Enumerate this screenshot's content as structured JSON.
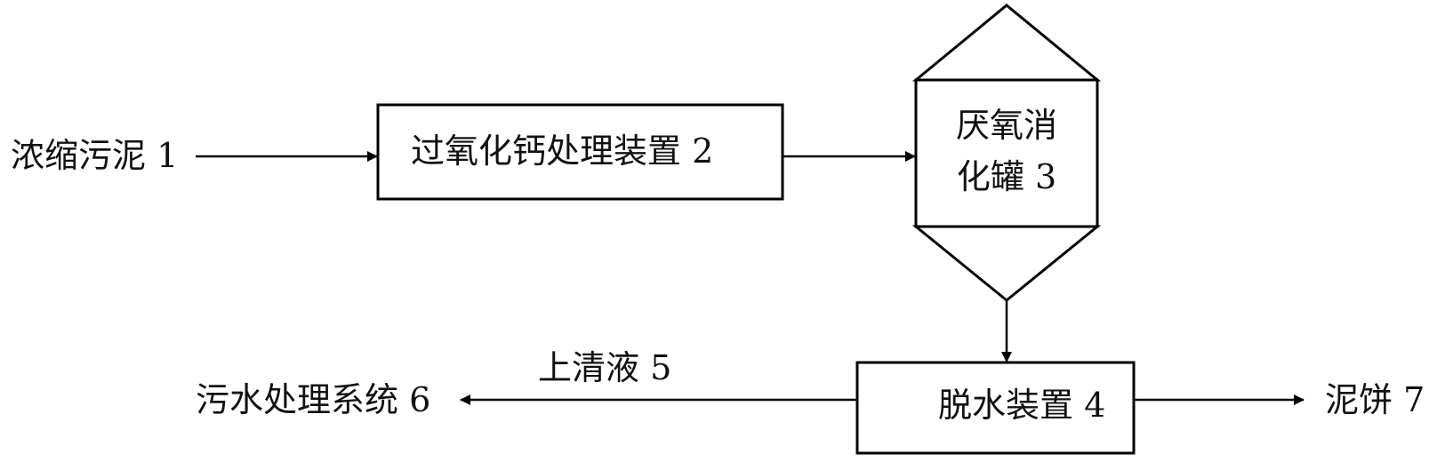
{
  "nodes": {
    "thickened_sludge": "浓缩污泥 1",
    "calcium_peroxide_unit": "过氧化钙处理装置 2",
    "anaerobic_digester_line1": "厌氧消",
    "anaerobic_digester_line2": "化罐 3",
    "dewatering_unit": "脱水装置 4",
    "supernatant": "上清液 5",
    "wastewater_system": "污水处理系统 6",
    "sludge_cake": "泥饼 7"
  }
}
